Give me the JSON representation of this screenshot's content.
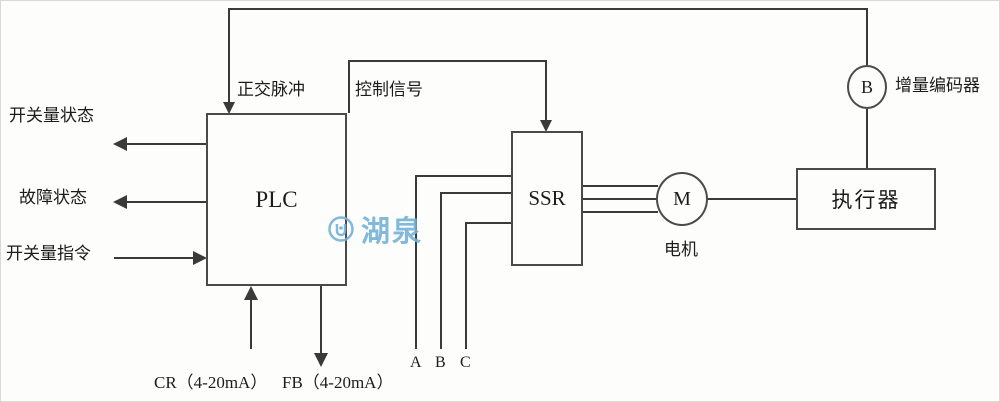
{
  "diagram": {
    "blocks": {
      "plc": "PLC",
      "ssr": "SSR",
      "motor": "M",
      "actuator": "执行器",
      "encoder": "B"
    },
    "labels": {
      "quadrature_pulse": "正交脉冲",
      "control_signal": "控制信号",
      "switch_status": "开关量状态",
      "fault_status": "故障状态",
      "switch_command": "开关量指令",
      "motor": "电机",
      "encoder": "增量编码器",
      "cr_input": "CR（4-20mA）",
      "fb_output": "FB（4-20mA）",
      "phase_a": "A",
      "phase_b": "B",
      "phase_c": "C"
    },
    "watermark": {
      "text": "湖泉"
    },
    "colors": {
      "line": "#3a3a3a",
      "text": "#1c1c1c",
      "watermark": "#74b2d8"
    }
  }
}
